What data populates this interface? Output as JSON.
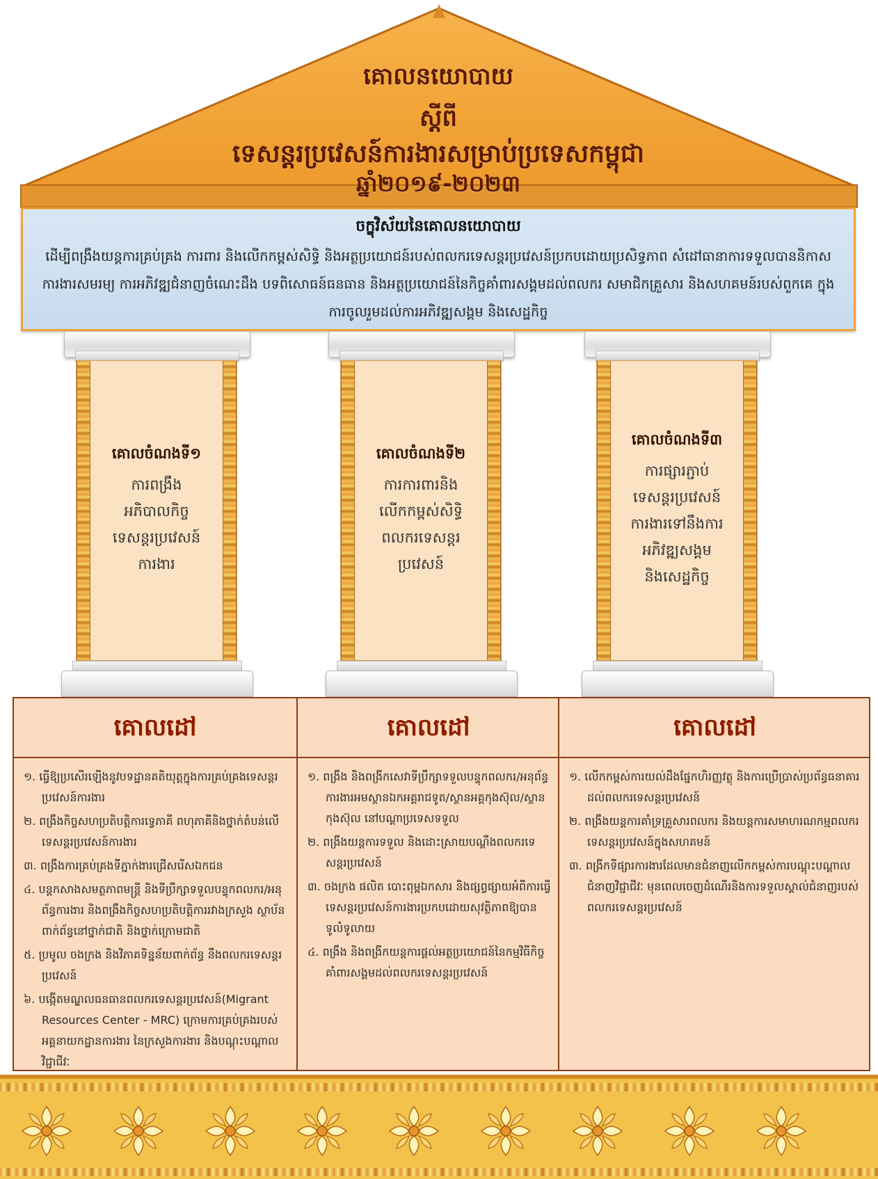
{
  "roof": {
    "line1": "គោលនយោបាយ",
    "line2": "ស្តីពី",
    "line3": "ទេសន្តរប្រវេសន៍ការងារសម្រាប់ប្រទេសកម្ពុជា",
    "line4": "ឆ្នាំ២០១៩-២០២៣",
    "color": "#f29d2f"
  },
  "vision": {
    "title": "ចក្ខុវិស័យនៃគោលនយោបាយ",
    "text": "ដើម្បីពង្រឹងយន្តការគ្រប់គ្រង ការពារ និងលើកកម្ពស់សិទ្ធិ និងអត្ថប្រយោជន៍របស់ពលករទេសន្តរប្រវេសន៍ប្រកបដោយប្រសិទ្ធភាព សំដៅធានាការទទួលបាននិកាសការងារសមរម្យ ការអភិវឌ្ឍជំនាញចំណេះដឹង បទពិសោធន៍ធនធាន និងអត្ថប្រយោជន៍នៃកិច្ចគាំពារសង្គមដល់ពលករ សមាជិកគ្រួសារ និងសហគមន៍របស់ពួកគេ ក្នុងការចូលរួមដល់ការអភិវឌ្ឍសង្គម និងសេដ្ឋកិច្ច",
    "background": "#d3e3f2",
    "border": "#f0a33a"
  },
  "pillars": [
    {
      "title": "គោលចំណងទី១",
      "lines": [
        "ការពង្រឹង",
        "អភិបាលកិច្ច",
        "ទេសន្តរប្រវេសន៍",
        "ការងារ"
      ]
    },
    {
      "title": "គោលចំណងទី២",
      "lines": [
        "ការការពារនិង",
        "លើកកម្ពស់សិទ្ធិ",
        "ពលករទេសន្តរ",
        "ប្រវេសន៍"
      ]
    },
    {
      "title": "គោលចំណងទី៣",
      "lines": [
        "ការផ្សារភ្ជាប់",
        "ទេសន្តរប្រវេសន៍",
        "ការងារទៅនឹងការ",
        "អភិវឌ្ឍសង្គម",
        "និងសេដ្ឋកិច្ច"
      ]
    }
  ],
  "goals": [
    {
      "heading": "គោលដៅ",
      "items": [
        "១. ធ្វើឱ្យប្រសើរឡើងនូវបទដ្ឋានគតិយុត្តក្នុងការគ្រប់គ្រងទេសន្តរប្រវេសន៍ការងារ",
        "២. ពង្រឹងកិច្ចសហប្រតិបត្តិការទ្វេភាគី ពហុភាគីនិងថ្នាក់តំបន់លើទេសន្តរប្រវេសន៍ការងារ",
        "៣. ពង្រឹងការគ្រប់គ្រងទីភ្នាក់ងារជ្រើសរើសឯកជន",
        "៤. បន្តកសាងសមត្ថភាពមន្ត្រី និងទីប្រឹក្សាទទួលបន្ទុកពលករ/អនុព័ន្ធការងារ និងពង្រឹងកិច្ចសហប្រតិបត្តិការរវាងក្រសួង ស្ថាប័នពាក់ព័ន្ធនៅថ្នាក់ជាតិ និងថ្នាក់ក្រោមជាតិ",
        "៥. ប្រមូល ចងក្រង និងវិភាគទិន្នន័យពាក់ព័ន្ធ នឹងពលករទេសន្តរប្រវេសន៍",
        "៦. បង្កើតមណ្ឌលធនធានពលករទេសន្តរប្រវេសន៍(Migrant Resources Center - MRC) ក្រោមការគ្រប់គ្រងរបស់អគ្គនាយកដ្ឋានការងារ នៃក្រសួងការងារ និងបណ្តុះបណ្តាលវិជ្ជាជីវៈ"
      ]
    },
    {
      "heading": "គោលដៅ",
      "items": [
        "១. ពង្រឹង និងពង្រីកសេវាទីប្រឹក្សាទទួលបន្ទុកពលករ/អនុព័ន្ធការងារអមស្ថានឯកអគ្គរាជទូត/ស្ថានអគ្គកុងស៊ុល/ស្ថានកុងស៊ុល នៅបណ្តាប្រទេសទទួល",
        "២. ពង្រឹងយន្តការទទួល និងដោះស្រាយបណ្តឹងពលករទេសន្តរប្រវេសន៍",
        "៣. ចងក្រង ផលិត បោះពុម្ពឯកសារ និងផ្សព្វផ្សាយអំពីការធ្វើទេសន្តរប្រវេសន៍ការងារប្រកបដោយសុវត្ថិភាពឱ្យបានទូលំទូលាយ",
        "៤. ពង្រឹង និងពង្រីកយន្តការផ្តល់អត្ថប្រយោជន៍នៃកម្មវិធីកិច្ចគាំពារសង្គមដល់ពលករទេសន្តរប្រវេសន៍"
      ]
    },
    {
      "heading": "គោលដៅ",
      "items": [
        "១. លើកកម្ពស់ការយល់ដឹងផ្នែកហិរញ្ញវត្ថុ និងការប្រើប្រាស់ប្រព័ន្ធធនាគារដល់ពលករទេសន្តរប្រវេសន៍",
        "២. ពង្រឹងយន្តការគាំទ្រគ្រួសារពលករ និងយន្តការសមាហរណកម្មពលករទេសន្តរប្រវេសន៍ក្នុងសហគមន៍",
        "៣. ពង្រីកទីផ្សារការងារដែលមានជំនាញលើកកម្ពស់ការបណ្តុះបណ្តាលជំនាញវិជ្ជាជីវៈ មុនពេលចេញដំណើរនិងការទទួលស្គាល់ជំនាញរបស់ពលករទេសន្តរប្រវេសន៍"
      ]
    }
  ]
}
